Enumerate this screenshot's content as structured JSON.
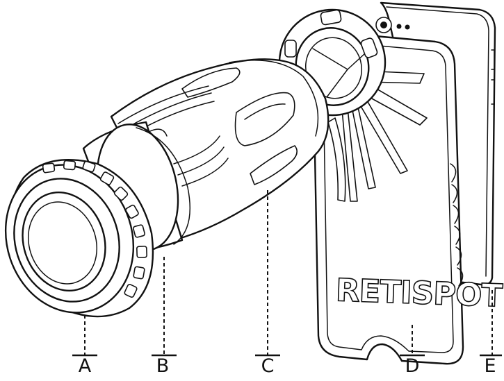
{
  "product": {
    "brand_text": "RETISPOT"
  },
  "callouts": [
    {
      "id": "A",
      "label": "A"
    },
    {
      "id": "B",
      "label": "B"
    },
    {
      "id": "C",
      "label": "C"
    },
    {
      "id": "D",
      "label": "D"
    },
    {
      "id": "E",
      "label": "E"
    }
  ],
  "colors": {
    "line": "#111111",
    "background": "#ffffff"
  }
}
